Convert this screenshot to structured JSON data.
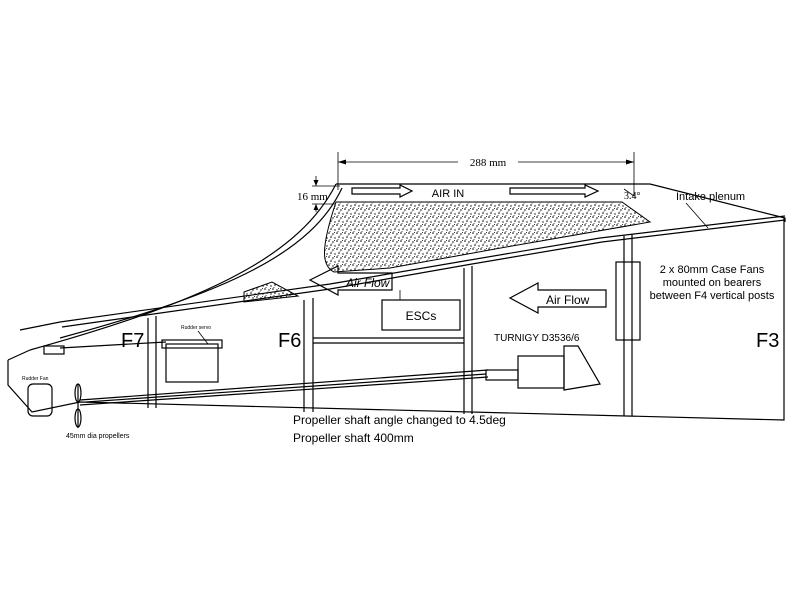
{
  "labels": {
    "dim_length": "288 mm",
    "dim_height": "16 mm",
    "air_in": "AIR IN",
    "angle": "3.4°",
    "intake_plenum": "Intake plenum",
    "fans_line1": "2 x 80mm Case Fans",
    "fans_line2": "mounted on bearers",
    "fans_line3": "between F4 vertical posts",
    "air_flow_upper": "Air Flow",
    "air_flow_right": "Air Flow",
    "escs": "ESCs",
    "motor": "TURNIGY D3536/6",
    "f7": "F7",
    "f6": "F6",
    "f3": "F3",
    "rudder_servo": "Rudder servo",
    "rudder_fan": "Rudder Fan",
    "propellers": "45mm dia propellers",
    "note_angle": "Propeller shaft angle changed to 4.5deg",
    "note_length": "Propeller shaft 400mm"
  }
}
